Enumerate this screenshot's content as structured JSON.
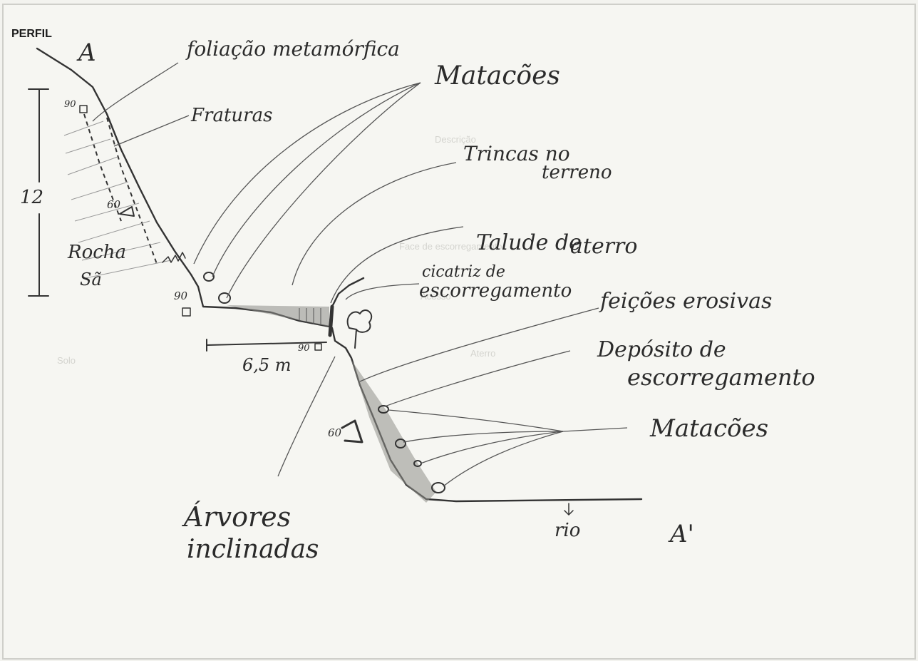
{
  "header": {
    "profile_tag": "PERFIL",
    "point_start": "A",
    "point_end": "A'"
  },
  "labels": {
    "foliation": "foliação metamórfica",
    "fractures": "Fraturas",
    "boulders_top": "Matacões",
    "ground_cracks_1": "Trincas no",
    "ground_cracks_2": "terreno",
    "fill_slope_1": "Talude de",
    "fill_slope_2": "aterro",
    "scar_1": "cicatriz de",
    "scar_2": "escorregamento",
    "erosion_grooves": "feições erosivas",
    "slide_deposit_1": "Depósito de",
    "slide_deposit_2": "escorregamento",
    "boulders_bottom": "Matacões",
    "tilted_trees_1": "Árvores",
    "tilted_trees_2": "inclinadas",
    "sound_rock_1": "Rocha",
    "sound_rock_2": "Sã",
    "river": "rio"
  },
  "measurements": {
    "height": "12",
    "width": "6,5 m",
    "angle_90_top": "90",
    "angle_60_upper": "60",
    "angle_90_mid": "90",
    "angle_90_toe": "90",
    "angle_60_lower": "60"
  }
}
